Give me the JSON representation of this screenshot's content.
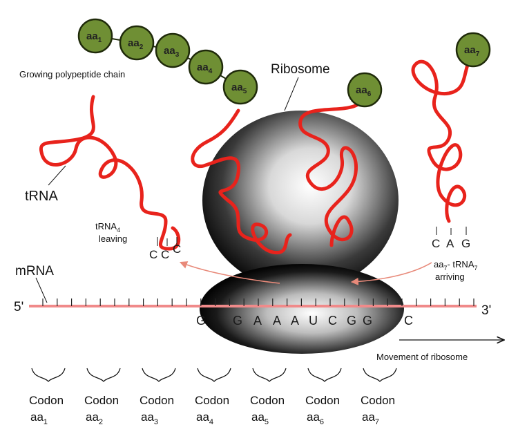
{
  "colors": {
    "trna": "#e8231c",
    "amino_acid_fill": "#6f8f34",
    "amino_acid_stroke": "#1f2a0a",
    "mrna_line": "#f08a8a",
    "ribosome": "#111111",
    "arrow": "#e88a7a"
  },
  "labels": {
    "polypeptide": "Growing polypeptide chain",
    "ribosome": "Ribosome",
    "trna": "tRNA",
    "trna4_leaving_line1": "tRNA",
    "trna4_leaving_sub": "4",
    "trna4_leaving_line2": "leaving",
    "mrna": "mRNA",
    "five_prime": "5'",
    "three_prime": "3'",
    "arriving_line1_pre": "aa",
    "arriving_line1_sub1": "7",
    "arriving_line1_mid": "- tRNA",
    "arriving_line1_sub2": "7",
    "arriving_line2": "arriving",
    "movement": "Movement of ribosome"
  },
  "amino_acids": [
    {
      "base": "aa",
      "sub": "1"
    },
    {
      "base": "aa",
      "sub": "2"
    },
    {
      "base": "aa",
      "sub": "3"
    },
    {
      "base": "aa",
      "sub": "4"
    },
    {
      "base": "aa",
      "sub": "5"
    },
    {
      "base": "aa",
      "sub": "6"
    },
    {
      "base": "aa",
      "sub": "7"
    }
  ],
  "anticodon_leaving": [
    "C",
    "C",
    "C"
  ],
  "anticodon_arriving": [
    "C",
    "A",
    "G"
  ],
  "mrna_bases": [
    "G",
    "G",
    "A",
    "A",
    "A",
    "U",
    "C",
    "G",
    "G",
    "C"
  ],
  "codons": [
    {
      "word": "Codon",
      "base": "aa",
      "sub": "1"
    },
    {
      "word": "Codon",
      "base": "aa",
      "sub": "2"
    },
    {
      "word": "Codon",
      "base": "aa",
      "sub": "3"
    },
    {
      "word": "Codon",
      "base": "aa",
      "sub": "4"
    },
    {
      "word": "Codon",
      "base": "aa",
      "sub": "5"
    },
    {
      "word": "Codon",
      "base": "aa",
      "sub": "6"
    },
    {
      "word": "Codon",
      "base": "aa",
      "sub": "7"
    }
  ]
}
